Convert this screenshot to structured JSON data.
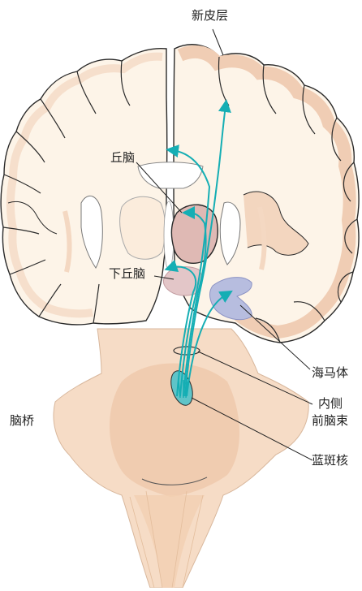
{
  "labels": {
    "neocortex": "新皮层",
    "thalamus": "丘脑",
    "hypothalamus": "下丘脑",
    "hippocampus": "海马体",
    "mfb_line1": "内侧",
    "mfb_line2": "前脑束",
    "pons": "脑桥",
    "locus_coeruleus": "蓝斑核"
  },
  "colors": {
    "cortex_gray": "#f0cdb4",
    "white_matter": "#fdf4e8",
    "outline": "#2a2a2a",
    "thalamus_fill": "#dfb9b4",
    "hypothalamus_fill": "#e3c6c8",
    "hippocampus_fill": "#b7bddf",
    "brainstem": "#f6dcc6",
    "brainstem_dark": "#eec4a6",
    "pathway": "#15aeb4",
    "locus_fill": "#5fc4c8"
  }
}
